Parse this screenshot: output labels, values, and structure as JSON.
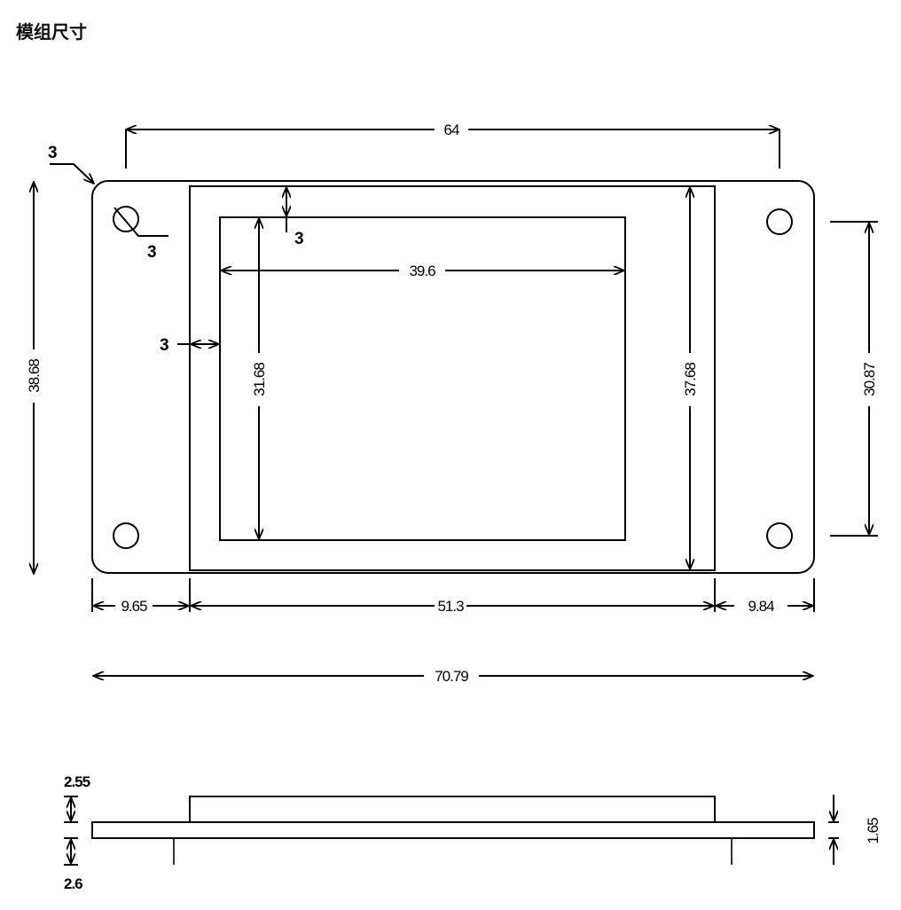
{
  "title": "模组尺寸",
  "top_view": {
    "overall_width_between_holes": "64",
    "corner_radius": "3",
    "hole_diameter": "3",
    "frame_to_active_top": "3",
    "frame_to_active_left": "3",
    "active_width": "39.6",
    "active_height": "31.68",
    "frame_height": "37.68",
    "board_height": "38.68",
    "hole_vertical_spacing": "30.87",
    "left_margin": "9.65",
    "frame_width": "51.3",
    "right_margin": "9.84",
    "board_width": "70.79"
  },
  "side_view": {
    "display_thickness": "2.55",
    "pin_length": "2.6",
    "board_thickness": "1.65"
  },
  "colors": {
    "line": "#000000",
    "background": "#ffffff"
  }
}
